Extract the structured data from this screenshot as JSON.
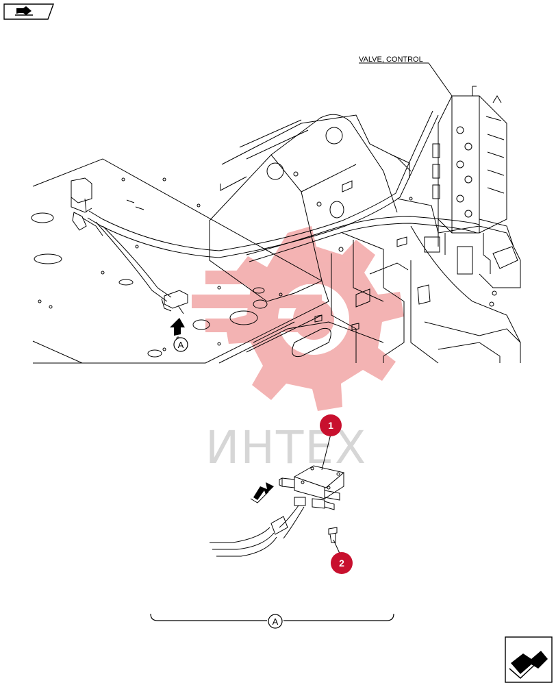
{
  "nav": {
    "prev_icon": "arrow-prev-icon",
    "next_icon": "arrow-next-icon"
  },
  "labels": {
    "valve_control": "VALVE, CONTROL",
    "view_a_top": "A",
    "view_a_bottom": "A"
  },
  "callouts": [
    {
      "number": "1"
    },
    {
      "number": "2"
    }
  ],
  "watermark": {
    "text": "ИНТЕХ",
    "gear_color": "#f0a0a0",
    "text_color": "#cfcfcf"
  },
  "colors": {
    "callout": "#c8102e",
    "line": "#000000"
  }
}
